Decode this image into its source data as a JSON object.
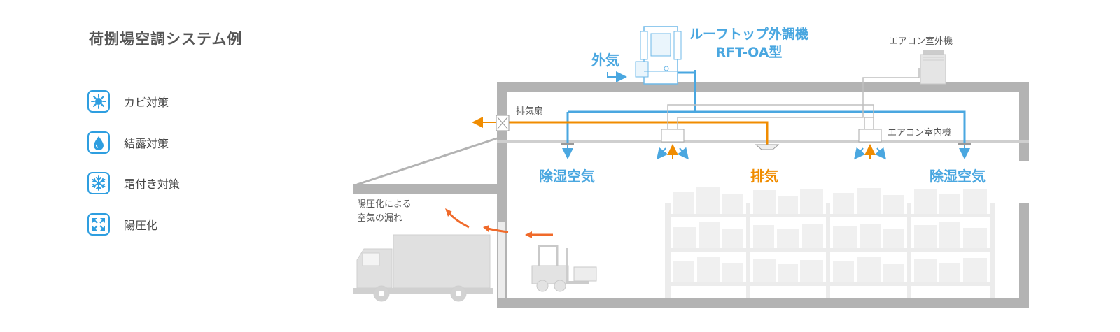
{
  "title": "荷捌場空調システム例",
  "legend": [
    {
      "icon": "mold-icon",
      "label": "カビ対策"
    },
    {
      "icon": "water-drop-icon",
      "label": "結露対策"
    },
    {
      "icon": "snowflake-icon",
      "label": "霜付き対策"
    },
    {
      "icon": "positive-pressure-icon",
      "label": "陽圧化"
    }
  ],
  "labels": {
    "outside_air": "外気",
    "rft_line1": "ルーフトップ外調機",
    "rft_line2": "RFT-OA型",
    "ac_outdoor": "エアコン室外機",
    "exhaust_fan": "排気扇",
    "ac_indoor": "エアコン室内機",
    "dehumid_left": "除湿空気",
    "exhaust": "排気",
    "dehumid_right": "除湿空気",
    "leak_line1": "陽圧化による",
    "leak_line2": "空気の漏れ"
  },
  "colors": {
    "blue": "#4aa7e0",
    "orange": "#f08c00",
    "red_orange": "#f06a2a",
    "wall": "#b3b3b3",
    "light": "#d9d9d9"
  }
}
